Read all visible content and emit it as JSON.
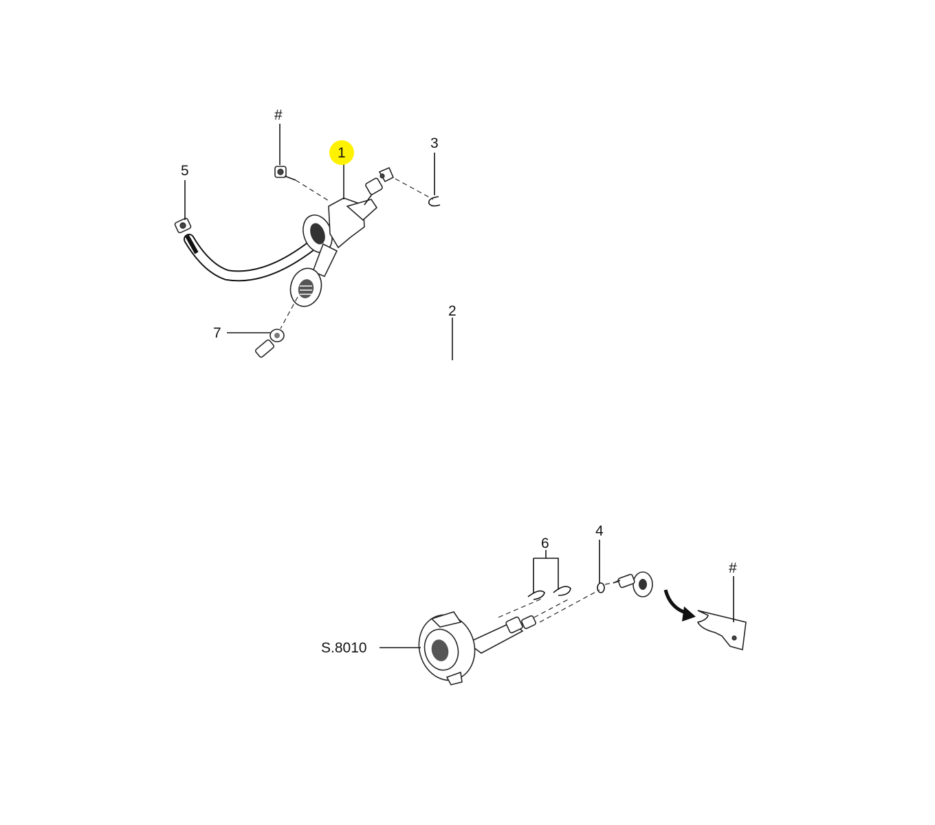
{
  "callouts": {
    "c1": "1",
    "c2": "2",
    "c3": "3",
    "c4": "4",
    "c5": "5",
    "c6": "6",
    "c7": "7",
    "hash_top": "#",
    "hash_bottom": "#",
    "s8010": "S.8010"
  },
  "colors": {
    "highlight": "#fff200",
    "line": "#111111"
  }
}
